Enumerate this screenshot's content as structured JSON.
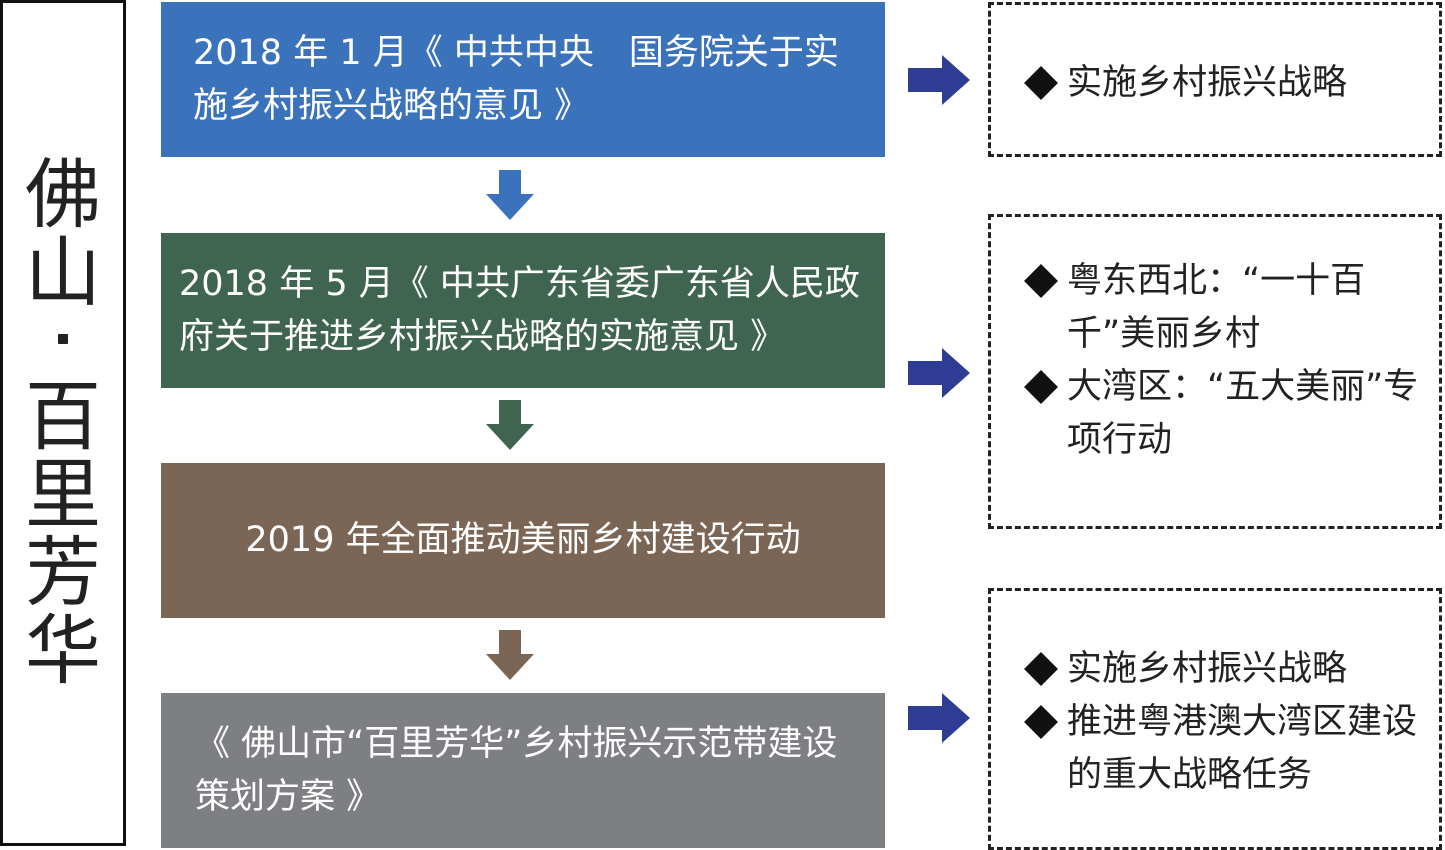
{
  "side_title": {
    "chars": [
      "佛",
      "山",
      "百",
      "里",
      "芳",
      "华"
    ]
  },
  "steps": [
    {
      "text": "2018 年 1 月《 中共中央　国务院关于实施乡村振兴战略的意见 》",
      "color": "#3a72bc"
    },
    {
      "text": "2018 年 5 月《 中共广东省委广东省人民政府关于推进乡村振兴战略的实施意见 》",
      "color": "#3f6450"
    },
    {
      "text": "2019 年全面推动美丽乡村建设行动",
      "color": "#7b6656"
    },
    {
      "text": "《 佛山市“百里芳华”乡村振兴示范带建设策划方案 》",
      "color": "#7d7f82"
    }
  ],
  "down_arrow_colors": [
    "#3a72bc",
    "#3f6450",
    "#7b6656"
  ],
  "right_arrow_color": "#2e3d93",
  "notes": [
    {
      "items": [
        "实施乡村振兴战略"
      ]
    },
    {
      "items": [
        "粤东西北：“一十百千”美丽乡村",
        "大湾区：“五大美丽”专项行动"
      ]
    },
    {
      "items": [
        "实施乡村振兴战略",
        "推进粤港澳大湾区建设的重大战略任务"
      ]
    }
  ]
}
